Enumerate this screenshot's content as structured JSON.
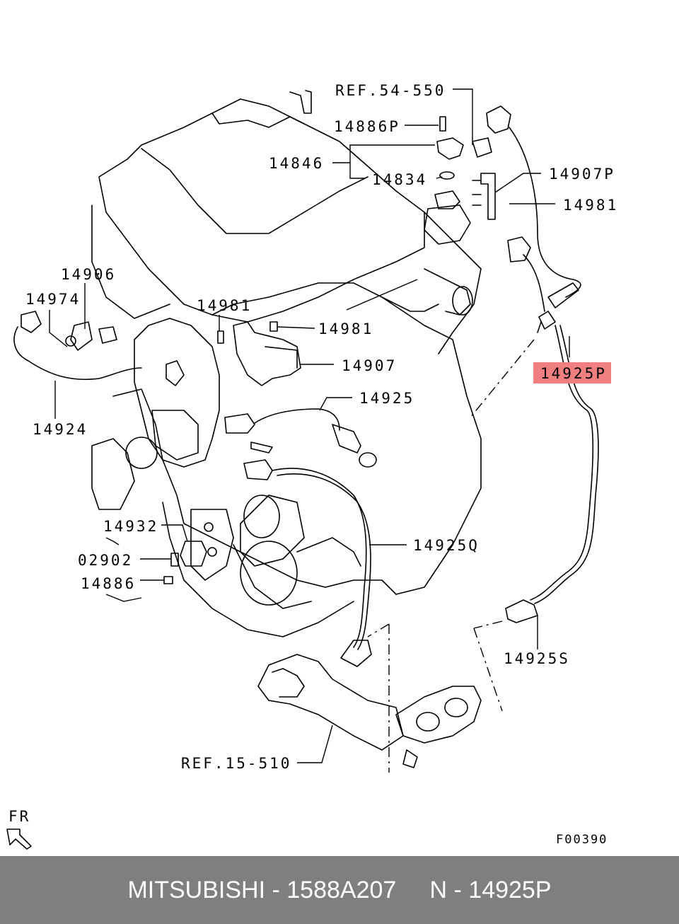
{
  "labels": {
    "ref_54_550": "REF.54-550",
    "p14886P": "14886P",
    "p14846": "14846",
    "p14834": "14834",
    "p14907P": "14907P",
    "p14981_top": "14981",
    "p14906": "14906",
    "p14974": "14974",
    "p14981_mid": "14981",
    "p14981_center": "14981",
    "p14907": "14907",
    "p14924": "14924",
    "p14925": "14925",
    "p14925P": "14925P",
    "p14932": "14932",
    "p02902": "02902",
    "p14886": "14886",
    "p14925Q": "14925Q",
    "p14925S": "14925S",
    "ref_15_510": "REF.15-510",
    "fr": "FR",
    "fig_code": "F00390"
  },
  "highlight_color": "#f08080",
  "footer_bg": "#7f7f7f",
  "footer_text": "MITSUBISHI - 1588A207     N - 14925P"
}
